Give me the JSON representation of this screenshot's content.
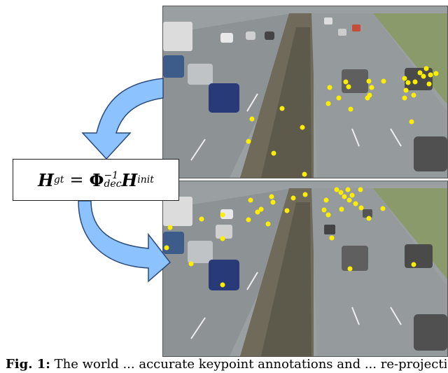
{
  "formula": {
    "lhs_symbol": "H",
    "lhs_sub": "gt",
    "equals": "=",
    "phi": "Φ",
    "phi_sub": "dec",
    "phi_sup": "−1",
    "rhs_symbol": "H",
    "rhs_sub": "init"
  },
  "caption": {
    "label": "Fig. 1:",
    "text": "The world ... accurate keypoint annotations and ... re-projection ..."
  },
  "colors": {
    "keypoint": "#ffee00",
    "arrow_fill": "#8cc3ff",
    "arrow_stroke": "#2a4a7a",
    "road": "#8e9496"
  },
  "panels": {
    "top": {
      "name": "initial-homography-view"
    },
    "bottom": {
      "name": "refined-homography-view"
    }
  }
}
